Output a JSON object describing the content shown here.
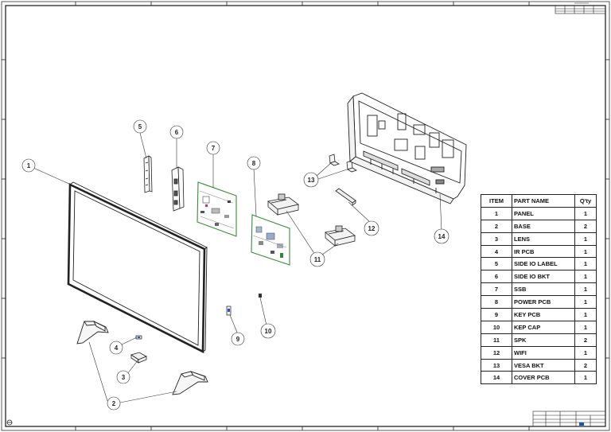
{
  "table": {
    "headers": {
      "item": "ITEM",
      "name": "PART NAME",
      "qty": "Q'ty"
    },
    "rows": [
      {
        "item": "1",
        "name": "PANEL",
        "qty": "1"
      },
      {
        "item": "2",
        "name": "BASE",
        "qty": "2"
      },
      {
        "item": "3",
        "name": "LENS",
        "qty": "1"
      },
      {
        "item": "4",
        "name": "IR PCB",
        "qty": "1"
      },
      {
        "item": "5",
        "name": "SIDE IO LABEL",
        "qty": "1"
      },
      {
        "item": "6",
        "name": "SIDE IO BKT",
        "qty": "1"
      },
      {
        "item": "7",
        "name": "SSB",
        "qty": "1"
      },
      {
        "item": "8",
        "name": "POWER PCB",
        "qty": "1"
      },
      {
        "item": "9",
        "name": "KEY PCB",
        "qty": "1"
      },
      {
        "item": "10",
        "name": "KEP CAP",
        "qty": "1"
      },
      {
        "item": "11",
        "name": "SPK",
        "qty": "2"
      },
      {
        "item": "12",
        "name": "WIFI",
        "qty": "1"
      },
      {
        "item": "13",
        "name": "VESA BKT",
        "qty": "2"
      },
      {
        "item": "14",
        "name": "COVER PCB",
        "qty": "1"
      }
    ]
  },
  "callouts": [
    "1",
    "2",
    "3",
    "4",
    "5",
    "6",
    "7",
    "8",
    "9",
    "10",
    "11",
    "12",
    "13",
    "14"
  ]
}
